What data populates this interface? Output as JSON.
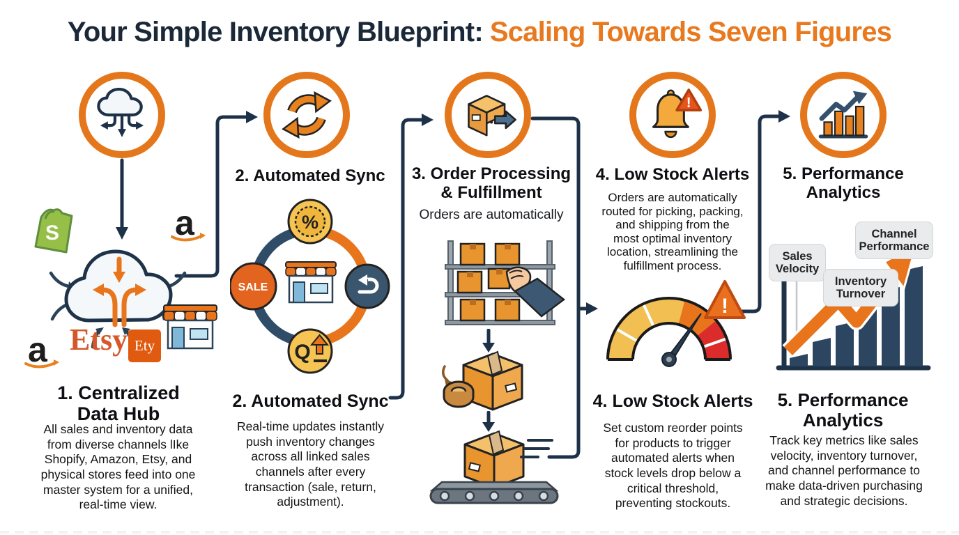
{
  "title": {
    "part1": "Your Simple Inventory Blueprint:",
    "part2": "Scaling Towards Seven Figures"
  },
  "colors": {
    "accent_orange": "#E8751C",
    "navy": "#1D3148",
    "amber": "#F2BE4F",
    "alert_red": "#DB2B2B"
  },
  "top_row": {
    "step2_label": "2. Automated Sync",
    "step3_label_lines": [
      "3. Order Processing",
      "& Fulfillment"
    ],
    "step3_subtext": "Orders are automatically",
    "step4_label": "4. Low Stock Alerts",
    "step4_body_lines": [
      "Orders are automatically",
      "routed for picking, packing,",
      "and shipping from the",
      "most optimal inventory",
      "location, streamlining the",
      "fulfillment process."
    ],
    "step5_label_lines": [
      "5. Performance",
      "Analytics"
    ]
  },
  "bottom_row": {
    "step1_title_lines": [
      "1. Centralized",
      "Data Hub"
    ],
    "step1_body_lines": [
      "All sales and inventory data",
      "from diverse channels lIke",
      "Shopify, Amazon, Etsy, and",
      "physical stores feed into one",
      "master system for a unified,",
      "real-time view."
    ],
    "step2_title": "2. Automated Sync",
    "step2_body_lines": [
      "Real-time updates instantly",
      "push inventory changes",
      "across all linked sales",
      "channels after every",
      "transaction (sale, return,",
      "adjustment)."
    ],
    "step4_title": "4. Low Stock Alerts",
    "step4_body_lines": [
      "Set custom reorder points",
      "for products to trigger",
      "automated alerts when",
      "stock levels drop below a",
      "critical threshold,",
      "preventing stockouts."
    ],
    "step5_title_lines": [
      "5. Performance",
      "Analytics"
    ],
    "step5_body_lines": [
      "Track key metrics like sales",
      "velocity, inventory turnover,",
      "and channel performance to",
      "make data-driven purchasing",
      "and strategic decisions."
    ]
  },
  "hub": {
    "shopify_letter": "S",
    "amazon_letter_top": "a",
    "amazon_letter_bottom": "a",
    "etsy_wordmark": "Etsy",
    "ety_tile": "Ety"
  },
  "cycle": {
    "sale_badge": "SALE",
    "percent_badge": "%",
    "quantity_badge": "Q"
  },
  "gauge": {
    "warning_mark": "!"
  },
  "bell": {
    "warning_mark": "!"
  },
  "analytics_callouts": {
    "sales_velocity_lines": [
      "Sales",
      "Velocity"
    ],
    "inventory_turnover_lines": [
      "Inventory",
      "Turnover"
    ],
    "channel_performance_lines": [
      "Channel",
      "Performance"
    ]
  }
}
